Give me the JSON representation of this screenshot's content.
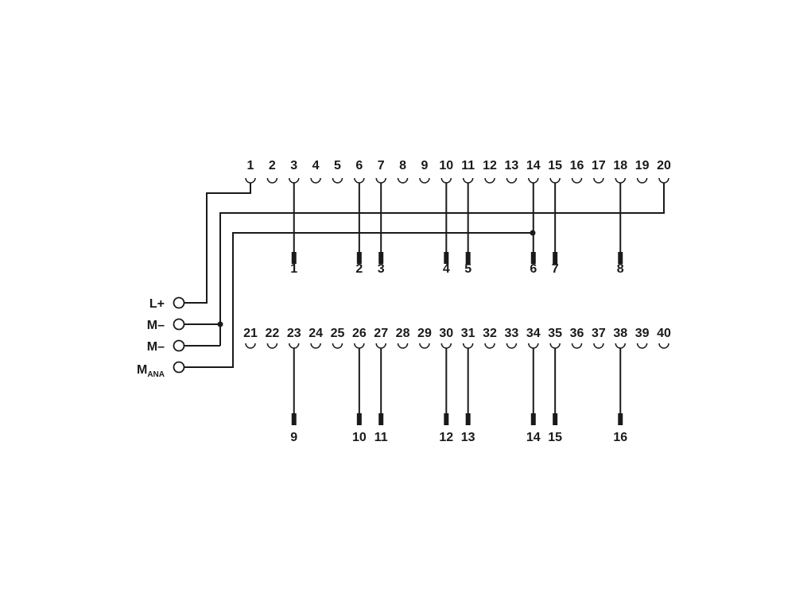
{
  "diagram": {
    "top_terminals": [
      "1",
      "2",
      "3",
      "4",
      "5",
      "6",
      "7",
      "8",
      "9",
      "10",
      "11",
      "12",
      "13",
      "14",
      "15",
      "16",
      "17",
      "18",
      "19",
      "20"
    ],
    "bottom_terminals": [
      "21",
      "22",
      "23",
      "24",
      "25",
      "26",
      "27",
      "28",
      "29",
      "30",
      "31",
      "32",
      "33",
      "34",
      "35",
      "36",
      "37",
      "38",
      "39",
      "40"
    ],
    "top_outputs": [
      {
        "terminal": 3,
        "label": "1"
      },
      {
        "terminal": 6,
        "label": "2"
      },
      {
        "terminal": 7,
        "label": "3"
      },
      {
        "terminal": 10,
        "label": "4"
      },
      {
        "terminal": 11,
        "label": "5"
      },
      {
        "terminal": 14,
        "label": "6"
      },
      {
        "terminal": 15,
        "label": "7"
      },
      {
        "terminal": 18,
        "label": "8"
      }
    ],
    "bottom_outputs": [
      {
        "terminal": 23,
        "label": "9"
      },
      {
        "terminal": 26,
        "label": "10"
      },
      {
        "terminal": 27,
        "label": "11"
      },
      {
        "terminal": 30,
        "label": "12"
      },
      {
        "terminal": 31,
        "label": "13"
      },
      {
        "terminal": 34,
        "label": "14"
      },
      {
        "terminal": 35,
        "label": "15"
      },
      {
        "terminal": 38,
        "label": "16"
      }
    ],
    "supply": {
      "lplus": "L+",
      "mminus1": "M–",
      "mminus2": "M–",
      "mana_main": "M",
      "mana_sub": "ANA"
    },
    "line_color": "#1a1a1a"
  }
}
